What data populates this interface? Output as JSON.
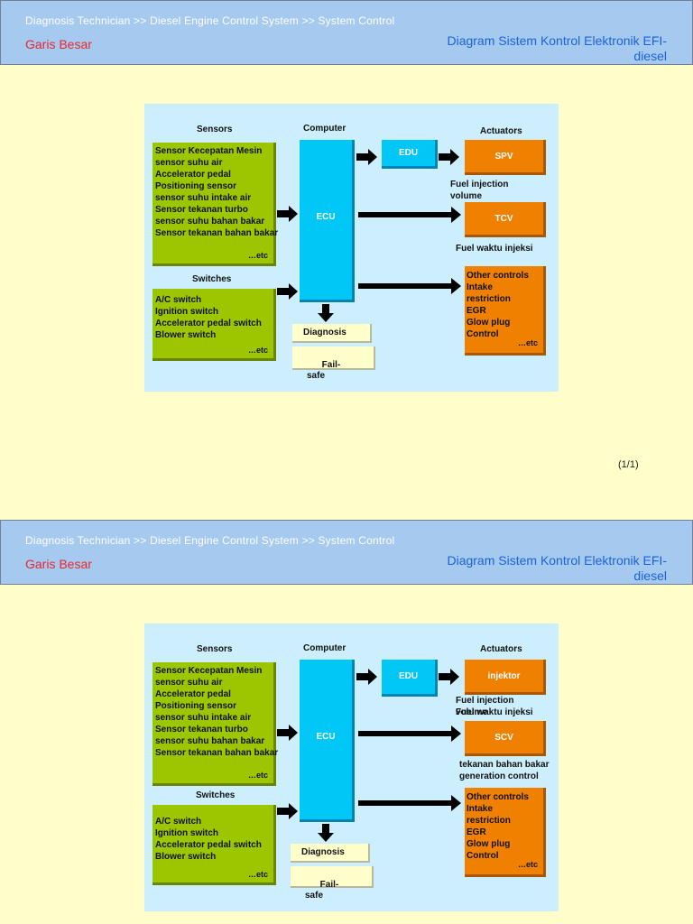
{
  "page1": {
    "breadcrumb": "Diagnosis Technician >> Diesel Engine Control System >> System Control",
    "garis_besar": "Garis Besar",
    "title_line1": "Diagram Sistem Kontrol Elektronik EFI-",
    "title_line2": "diesel",
    "page_number": "(1/1)",
    "diagram": {
      "sensors_label": "Sensors",
      "computer_label": "Computer",
      "actuators_label": "Actuators",
      "switches_label": "Switches",
      "sensors_text": "Sensor Kecepatan Mesin\nsensor suhu air\nAccelerator pedal\nPositioning sensor\nsensor suhu intake air\nSensor tekanan turbo\nsensor suhu bahan bakar\nSensor tekanan bahan bakar",
      "sensors_etc": "…etc",
      "switches_text": "A/C switch\nIgnition switch\nAccelerator pedal switch\nBlower switch",
      "switches_etc": "…etc",
      "ecu": "ECU",
      "edu": "EDU",
      "act1": "SPV",
      "act1_caption": "Fuel injection\nvolume",
      "act2": "TCV",
      "act2_caption": "Fuel waktu injeksi",
      "other_text": "Other controls\nIntake\nrestriction\nEGR\nGlow plug\nControl",
      "other_etc": "…etc",
      "diagnosis": "Diagnosis",
      "failsafe": "Fail-\nsafe"
    }
  },
  "page2": {
    "breadcrumb": "Diagnosis Technician >> Diesel Engine Control System >> System Control",
    "garis_besar": "Garis Besar",
    "title_line1": "Diagram Sistem Kontrol Elektronik EFI-",
    "title_line2": "diesel",
    "diagram": {
      "sensors_label": "Sensors",
      "computer_label": "Computer",
      "actuators_label": "Actuators",
      "switches_label": "Switches",
      "sensors_text": "Sensor Kecepatan Mesin\nsensor suhu air\nAccelerator pedal\nPositioning sensor\nsensor suhu intake air\nSensor tekanan turbo\nsensor suhu bahan bakar\nSensor tekanan bahan bakar",
      "sensors_etc": "…etc",
      "switches_text": "A/C switch\nIgnition switch\nAccelerator pedal switch\nBlower switch",
      "switches_etc": "…etc",
      "ecu": "ECU",
      "edu": "EDU",
      "act1": "injektor",
      "act1_caption_a": "Fuel injection\nvolume",
      "act1_caption_b": "Fuel waktu injeksi",
      "act2": "SCV",
      "act2_caption": "tekanan bahan bakar\ngeneration control",
      "other_text": "Other controls\nIntake\nrestriction\nEGR\nGlow plug\nControl",
      "other_etc": "…etc",
      "diagnosis": "Diagnosis",
      "failsafe": "Fail-\nsafe"
    }
  },
  "colors": {
    "header_bg": "#a6c9ef",
    "garis_red": "#e8272d",
    "title_blue": "#1a63d6",
    "sensor_green": "#9bc600",
    "ecu_cyan": "#00c7f5",
    "actuator_orange": "#f08000",
    "diagram_bg": "#cdeefd",
    "page_bg": "#ffffcc"
  }
}
